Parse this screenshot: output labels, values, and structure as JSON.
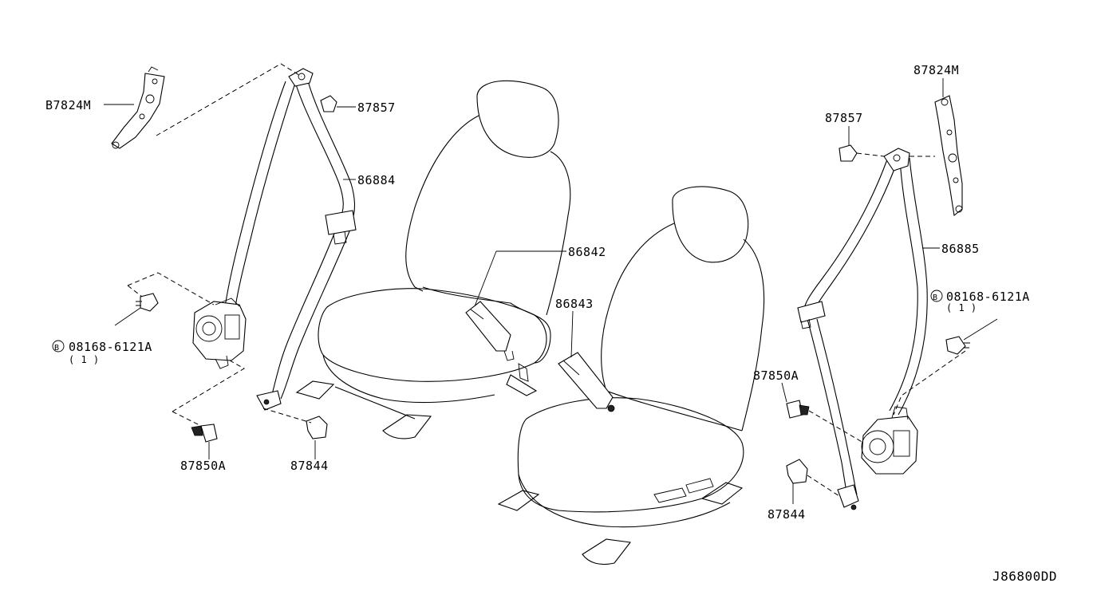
{
  "labels": {
    "guide_left": "B7824M",
    "anchor_cover_left": "87857",
    "belt_left": "86884",
    "buckle_left": "86842",
    "bolt_ref_left": "08168-6121A",
    "bolt_ref_left_qty": "( 1 )",
    "bolt_left": "87850A",
    "cover_left": "87844",
    "buckle_right": "86843",
    "guide_right": "87824M",
    "anchor_cover_right": "87857",
    "belt_right": "86885",
    "bolt_ref_right": "08168-6121A",
    "bolt_ref_right_qty": "( 1 )",
    "bolt_right": "87850A",
    "cover_right": "87844",
    "diagram_code": "J86800DD",
    "circle_mark": "B"
  }
}
